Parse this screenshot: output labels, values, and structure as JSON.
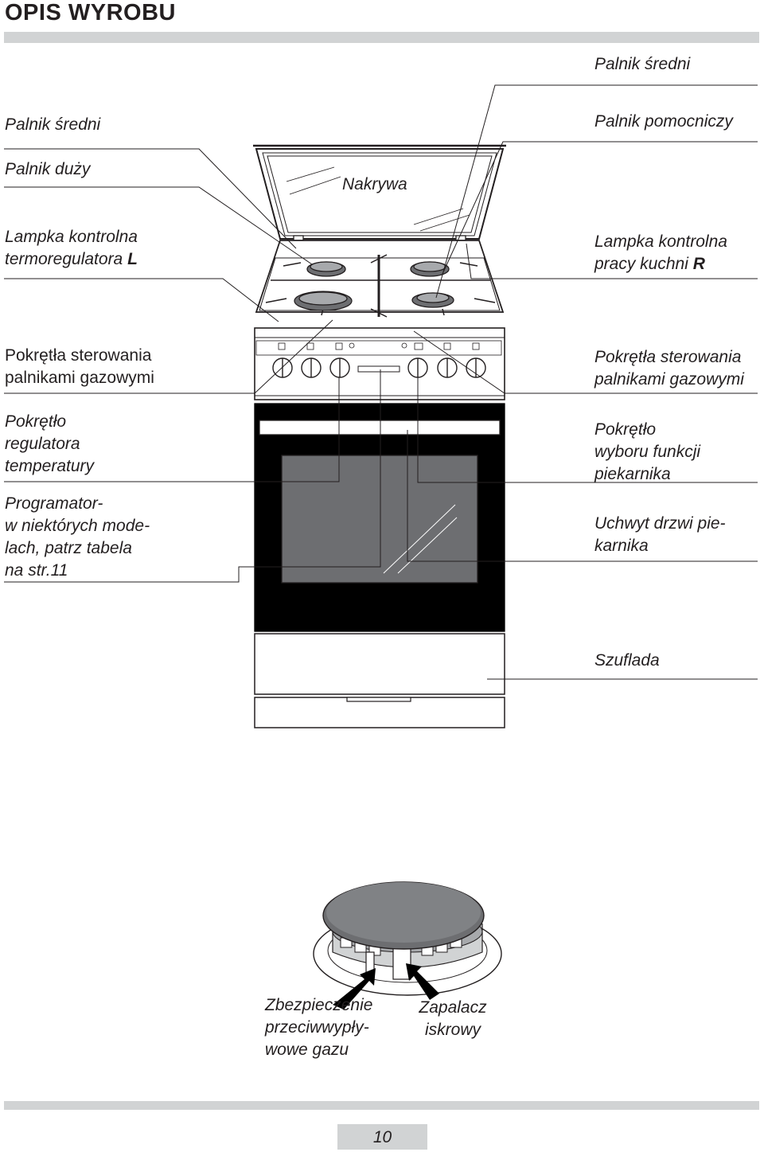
{
  "title": "OPIS WYROBU",
  "labels": {
    "palnik_sredni_right": "Palnik średni",
    "palnik_sredni_left": "Palnik średni",
    "palnik_pomocniczy": "Palnik pomocniczy",
    "palnik_duzy": "Palnik duży",
    "nakrywa": "Nakrywa",
    "lampka_l_line1": "Lampka kontrolna",
    "lampka_l_line2": "termoregulatora ",
    "lampka_l_letter": "L",
    "lampka_r_line1": "Lampka kontrolna",
    "lampka_r_line2": "pracy kuchni ",
    "lampka_r_letter": "R",
    "pokretla_left_1": "Pokrętła sterowania",
    "pokretla_left_2": "palnikami gazowymi",
    "pokretla_right_1": "Pokrętła sterowania",
    "pokretla_right_2": "palnikami gazowymi",
    "regulator_1": "Pokrętło",
    "regulator_2": "regulatora",
    "regulator_3": "temperatury",
    "programator_1": "Programator-",
    "programator_2": "w niektórych mode-",
    "programator_3": "lach, patrz tabela",
    "programator_4": "na str.11",
    "wybor_1": "Pokrętło",
    "wybor_2": "wyboru funkcji",
    "wybor_3": "piekarnika",
    "uchwyt_1": "Uchwyt drzwi pie-",
    "uchwyt_2": "karnika",
    "szuflada": "Szuflada",
    "zabezpieczenie_1": "Zbezpieczenie",
    "zabezpieczenie_2": "przeciwwypły-",
    "zabezpieczenie_3": "wowe gazu",
    "zapalacz_1": "Zapalacz",
    "zapalacz_2": "iskrowy"
  },
  "page_number": "10"
}
